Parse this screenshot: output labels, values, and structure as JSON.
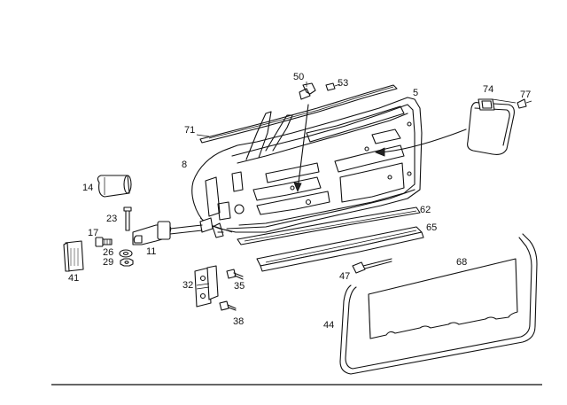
{
  "labels": {
    "p5": "5",
    "p8": "8",
    "p11": "11",
    "p14": "14",
    "p17": "17",
    "p23": "23",
    "p26": "26",
    "p29": "29",
    "p32": "32",
    "p35": "35",
    "p38": "38",
    "p41": "41",
    "p44": "44",
    "p47": "47",
    "p50": "50",
    "p53": "53",
    "p62": "62",
    "p65": "65",
    "p68": "68",
    "p71": "71",
    "p74": "74",
    "p77": "77"
  }
}
